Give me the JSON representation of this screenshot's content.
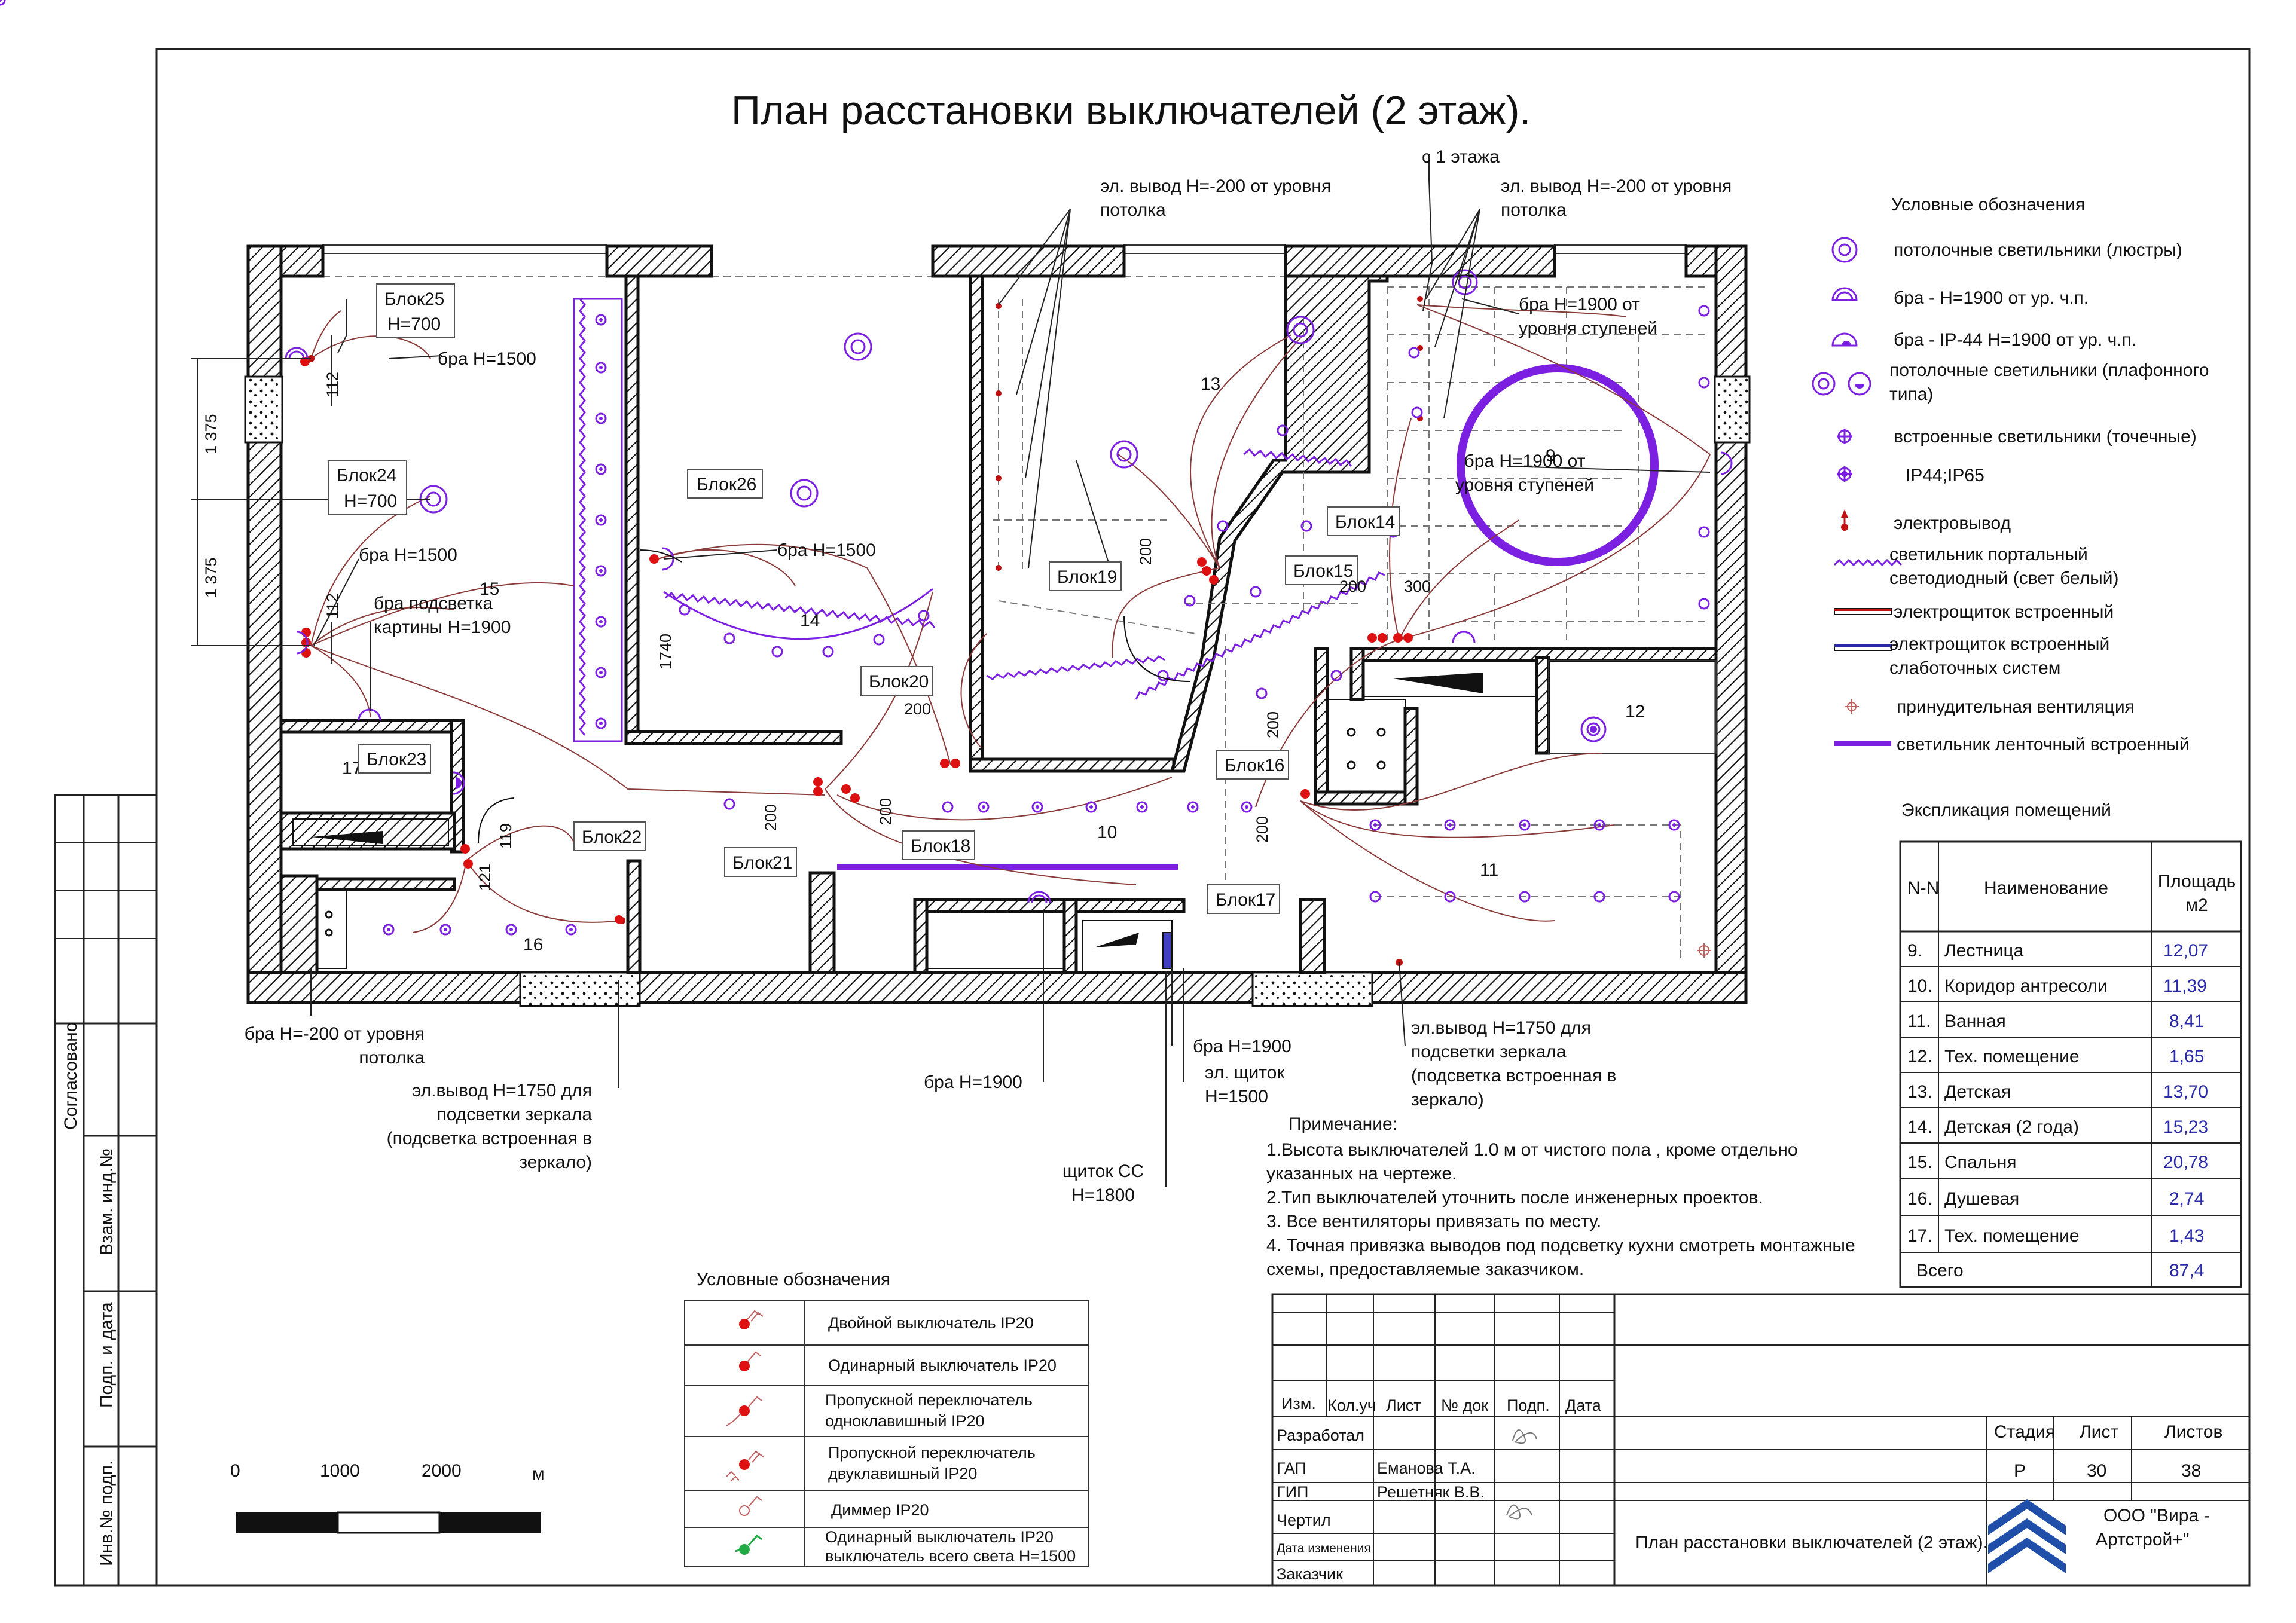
{
  "title": "План расстановки выключателей (2 этаж).",
  "from_first_floor": "с 1 этажа",
  "legend_lights": {
    "title": "Условные обозначения",
    "items": [
      {
        "icon": "ceiling-chandelier-icon",
        "text": "потолочные светильники (люстры)"
      },
      {
        "icon": "sconce-icon",
        "text": "бра - H=1900 от ур. ч.п."
      },
      {
        "icon": "sconce-ip44-icon",
        "text": "бра -  IP-44 H=1900 от ур. ч.п."
      },
      {
        "icon": "ceiling-plafond-icon",
        "text": "потолочные светильники (плафонного типа)"
      },
      {
        "icon": "recessed-spot-icon",
        "text": "встроенные светильники (точечные)"
      },
      {
        "icon": "ip44-spot-icon",
        "text": "IP44;IP65"
      },
      {
        "icon": "power-outlet-icon",
        "text": "электровывод"
      },
      {
        "icon": "led-portal-icon",
        "text": "светильник портальный светодиодный (свет белый)"
      },
      {
        "icon": "power-panel-icon",
        "text": "электрощиток встроенный"
      },
      {
        "icon": "lowcurrent-panel-icon",
        "text": "электрощиток встроенный слаботочных систем"
      },
      {
        "icon": "ventilation-icon",
        "text": "принудительная вентиляция"
      },
      {
        "icon": "led-strip-icon",
        "text": "светильник ленточный встроенный"
      }
    ]
  },
  "legend_switches": {
    "title": "Условные обозначения",
    "items": [
      {
        "icon": "double-switch-icon",
        "text": "Двойной выключатель IP20"
      },
      {
        "icon": "single-switch-icon",
        "text": "Одинарный выключатель IP20"
      },
      {
        "icon": "passthrough-single-icon",
        "text": "Пропускной переключатель одноклавишный IP20"
      },
      {
        "icon": "passthrough-double-icon",
        "text": "Пропускной переключатель двуклавишный IP20"
      },
      {
        "icon": "dimmer-icon",
        "text": "Диммер IP20"
      },
      {
        "icon": "master-switch-icon",
        "text": "Одинарный выключатель IP20 выключатель всего света H=1500"
      }
    ]
  },
  "rooms_table": {
    "title": "Экспликация  помещений",
    "headers": [
      "N-N",
      "Наименование",
      "Площадь м2"
    ],
    "rows": [
      [
        "9.",
        "Лестница",
        "12,07"
      ],
      [
        "10.",
        "Коридор антресоли",
        "11,39"
      ],
      [
        "11.",
        "Ванная",
        "8,41"
      ],
      [
        "12.",
        "Тех. помещение",
        "1,65"
      ],
      [
        "13.",
        "Детская",
        "13,70"
      ],
      [
        "14.",
        "Детская (2 года)",
        "15,23"
      ],
      [
        "15.",
        "Спальня",
        "20,78"
      ],
      [
        "16.",
        "Душевая",
        "2,74"
      ],
      [
        "17.",
        "Тех. помещение",
        "1,43"
      ]
    ],
    "total_label": "Всего",
    "total_value": "87,4"
  },
  "notes": [
    "Примечание:",
    "1.Высота выключателей 1.0 м от   чистого пола , кроме отдельно",
    "указанных на чертеже.",
    "2.Тип выключателей уточнить после инженерных проектов.",
    "3. Все вентиляторы привязать по месту.",
    "4. Точная привязка выводов под подсветку кухни смотреть монтажные",
    "схемы,  предоставляемые заказчиком."
  ],
  "scale": {
    "labels": [
      "0",
      "1000",
      "2000"
    ],
    "unit": "м"
  },
  "side_labels": [
    "Согласовано",
    "Взам. инд.№",
    "Подп. и дата",
    "Инв.№ подп."
  ],
  "title_block": {
    "columns": [
      "Изм.",
      "Кол.уч",
      "Лист",
      "№ док",
      "Подп.",
      "Дата"
    ],
    "roles": [
      "Разработал",
      "ГАП",
      "ГИП",
      "Чертил",
      "Дата изменения",
      "Заказчик"
    ],
    "gap_name": "Еманова Т.А.",
    "gip_name": "Решетняк В.В.",
    "stage_header": "Стадия",
    "sheet_header": "Лист",
    "sheets_header": "Листов",
    "stage": "Р",
    "sheet": "30",
    "sheets": "38",
    "drawing_title": "План расстановки выключателей (2 этаж).",
    "company_line1": "ООО \"Вира -",
    "company_line2": "Артстрой+\""
  },
  "plan": {
    "room_numbers": [
      "9",
      "10",
      "11",
      "12",
      "13",
      "14",
      "15",
      "16",
      "17"
    ],
    "blocks": [
      "Блок14",
      "Блок15",
      "Блок16",
      "Блок17",
      "Блок18",
      "Блок19",
      "Блок20",
      "Блок21",
      "Блок22",
      "Блок23",
      "Блок24",
      "Блок25",
      "Блок26"
    ],
    "dims": [
      "1 375",
      "1 375",
      "112",
      "112",
      "1740",
      "200",
      "200",
      "200",
      "200",
      "200",
      "300",
      "119",
      "121"
    ],
    "callouts": {
      "ceiling_out_1": "эл. вывод  H=-200 от уровня потолка",
      "ceiling_out_2": "эл. вывод  H=-200 от уровня потолка",
      "stair_sconce_1": "бра H=1900 от уровня ступеней",
      "stair_sconce_2": "бра H=1900 от уровня ступеней",
      "blk25_h": "H=700",
      "blk24_h": "H=700",
      "bra1500_a": "бра H=1500",
      "bra1500_b": "бра H=1500",
      "bra1500_c": "бра H=1500",
      "picture": "бра подсветка картины H=1900",
      "bra_ceiling": "бра  H=-200 от уровня потолка",
      "mirror_left": "эл.вывод H=1750 для подсветки зеркала (подсветка встроенная в зеркало)",
      "bra1900_a": "бра H=1900",
      "bra1900_b": "бра H=1900",
      "panel": "эл. щиток H=1500",
      "panel_ss": "щиток СС H=1800",
      "mirror_right": "эл.вывод H=1750 для подсветки зеркала (подсветка встроенная в зеркало)"
    }
  },
  "colors": {
    "switch": "#dd1111",
    "light": "#7b1fe0",
    "wire": "#8b3a3a",
    "hatch": "#111111"
  }
}
